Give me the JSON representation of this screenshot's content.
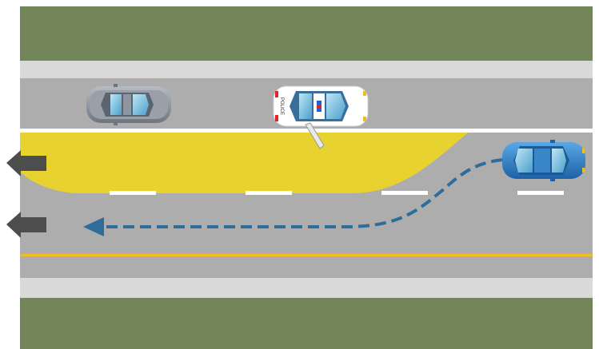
{
  "scene": {
    "type": "road-diagram",
    "description_elements": [
      "grass",
      "sidewalk",
      "road",
      "gore-area",
      "lane-markings",
      "police-car",
      "parked-car",
      "moving-car",
      "path-arrow",
      "direction-arrows"
    ],
    "police_car_text": "POLICE",
    "colors": {
      "grass": "#72865a",
      "sidewalk": "#d9d9d9",
      "road": "#adadad",
      "white_line": "#ffffff",
      "yellow_line": "#f2bd1d",
      "gore_area": "#e8d230",
      "path": "#2e6c99",
      "direction_arrow": "#4d4d4d",
      "police_car": "#ffffff",
      "parked_car": "#8f95a0",
      "moving_car": "#2f82cc"
    },
    "direction": "left"
  }
}
